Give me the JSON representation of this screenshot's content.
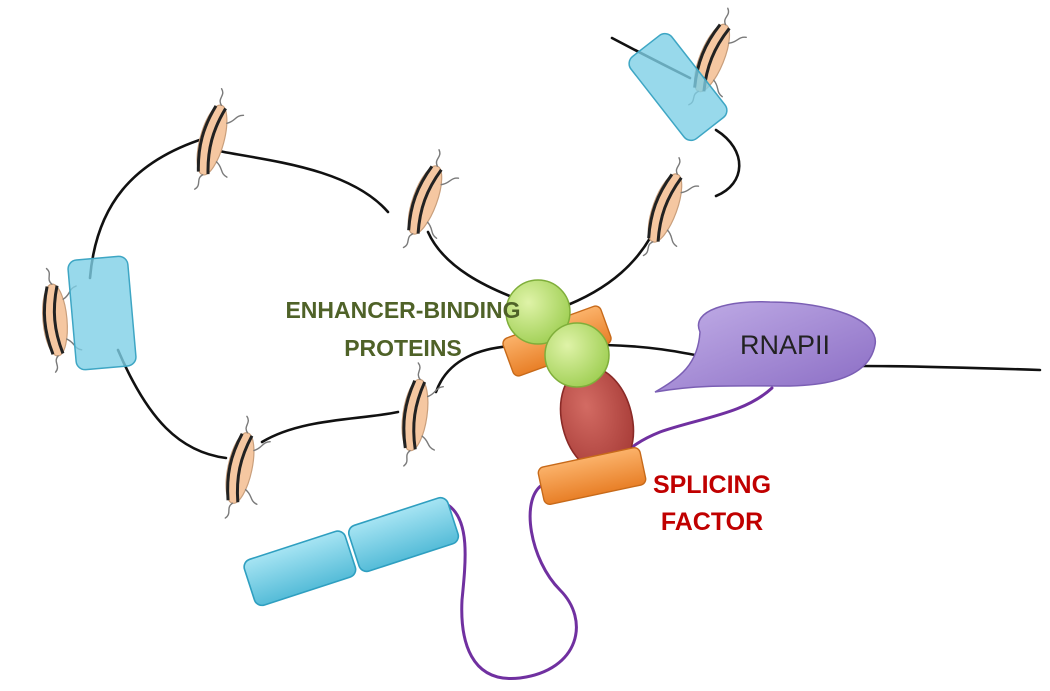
{
  "labels": {
    "enhancer_line1": "ENHANCER-BINDING",
    "enhancer_line2": "PROTEINS",
    "rnapii": "RNAPII",
    "splicing_line1": "SPLICING",
    "splicing_line2": "FACTOR"
  },
  "colors": {
    "dna": "#111111",
    "rna": "#7030a0",
    "nucleosome_core": "#f5c7a1",
    "nucleosome_edge": "#c99f7c",
    "enhancer_protein": "#b5e06a",
    "splicing_factor": "#c0504d",
    "adapter": "#f79646",
    "rnapii": "#a98fd6",
    "insulator_block": "#7ed0e6",
    "exon_block": "#5bc8e8",
    "enhancer_label": "#4f6228",
    "splicing_label": "#c00000",
    "rnapii_label": "#222222"
  },
  "icons": {
    "nucleosome": "nucleosome-icon",
    "insulator": "cyan-block-icon",
    "exon": "exon-icon"
  }
}
